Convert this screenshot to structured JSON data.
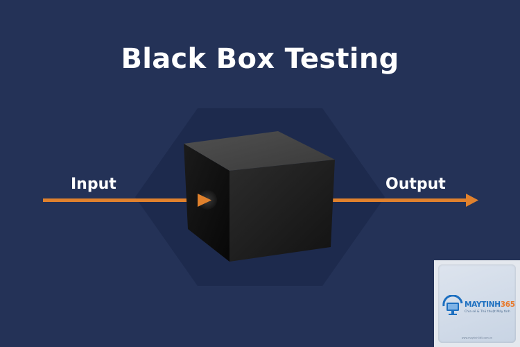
{
  "title": "Black Box Testing",
  "labels": {
    "input": "Input",
    "output": "Output"
  },
  "colors": {
    "background": "#243257",
    "hexagon": "#1d2a4d",
    "arrow": "#e0812d",
    "title_text": "#ffffff"
  },
  "logo": {
    "brand_main": "MAYTINH",
    "brand_accent": "365",
    "tagline": "Chia sẻ & Thủ thuật Máy tính",
    "url": "www.maytinh365.com.vn",
    "icon": "computer-monitor-icon"
  }
}
